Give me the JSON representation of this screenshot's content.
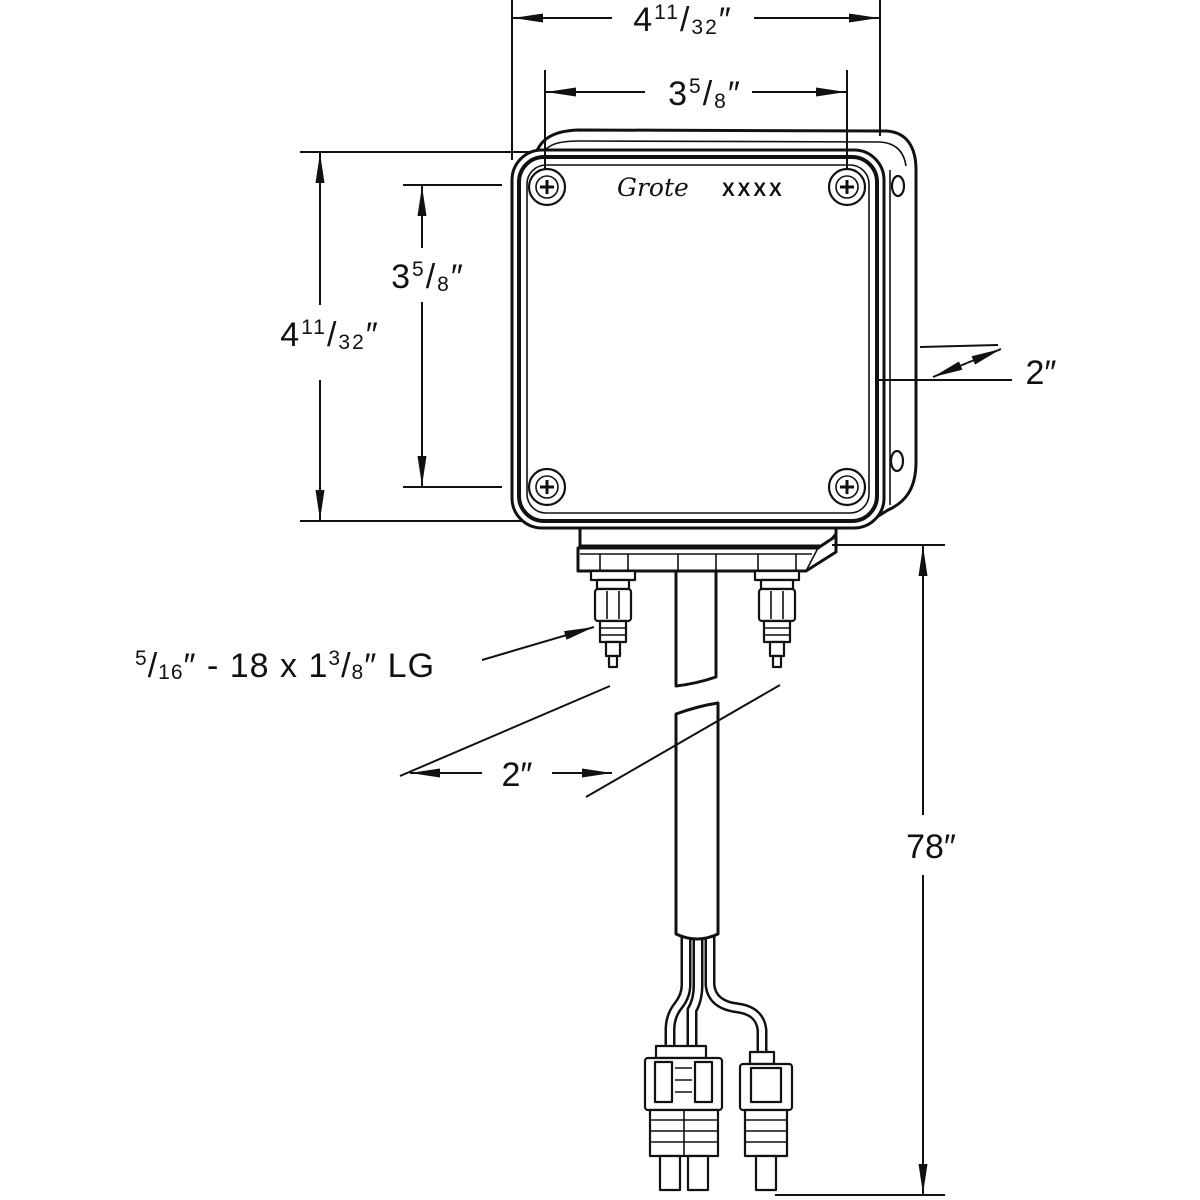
{
  "colors": {
    "line": "#111111",
    "background": "#ffffff"
  },
  "lamp": {
    "logo": "Grote",
    "model_label": "XXXX"
  },
  "dimensions": {
    "overall_width": {
      "whole": "4",
      "num": "11",
      "sep": "/",
      "den": "32",
      "mark": "″"
    },
    "mounting_width": {
      "whole": "3",
      "num": "5",
      "sep": "/",
      "den": "8",
      "mark": "″"
    },
    "mounting_height": {
      "whole": "3",
      "num": "5",
      "sep": "/",
      "den": "8",
      "mark": "″"
    },
    "overall_height": {
      "whole": "4",
      "num": "11",
      "sep": "/",
      "den": "32",
      "mark": "″"
    },
    "depth": "2″",
    "stud_spacing": "2″",
    "cable_length": "78″",
    "stud_spec": {
      "num": "5",
      "sep": "/",
      "den": "16",
      "text_mid": "″ - 18 x 1",
      "num2": "3",
      "sep2": "/",
      "den2": "8",
      "text_end": "″ LG"
    }
  }
}
